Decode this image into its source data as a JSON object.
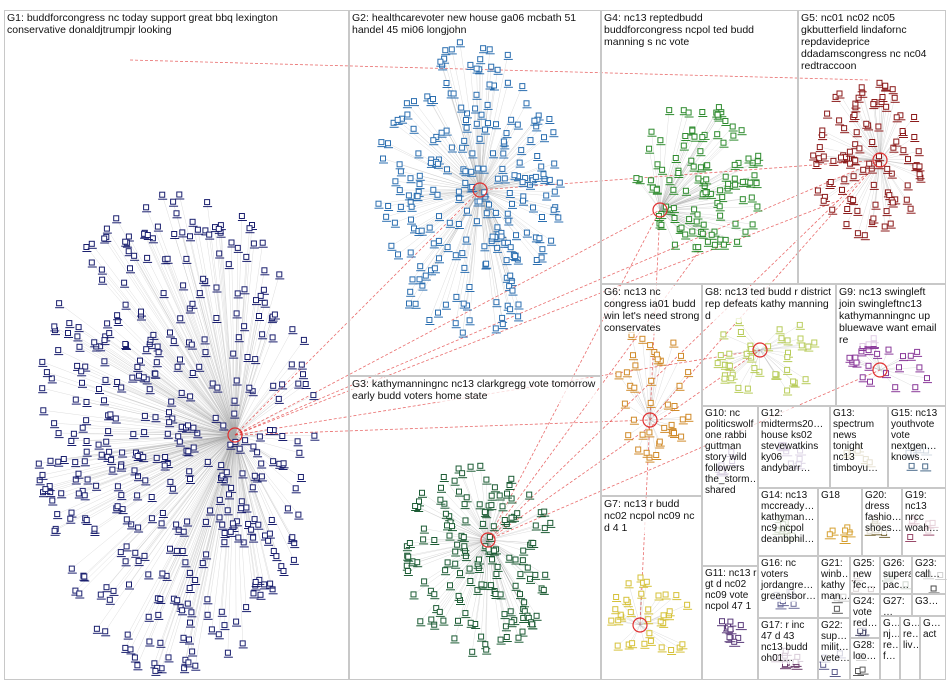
{
  "graph": {
    "colors": {
      "background": "#ffffff",
      "grid_line": "#c8c8c8",
      "cross_edge": "#e03030",
      "intra_edge": "#a8a8a8"
    },
    "groups": [
      {
        "id": "G1",
        "label": "G1: buddforcongress nc today support great bbq lexington conservative donaldjtrumpjr looking",
        "color": "#1a1f6e"
      },
      {
        "id": "G2",
        "label": "G2: healthcarevoter new house ga06 mcbath 51 handel 45 mi06 longjohn",
        "color": "#2c6fb0"
      },
      {
        "id": "G3",
        "label": "G3: kathymanningnc nc13 clarkgregg vote tomorrow early budd voters home state",
        "color": "#1d5c35"
      },
      {
        "id": "G4",
        "label": "G4: nc13 reptedbudd buddforcongress ncpol ted budd manning s nc vote",
        "color": "#2e8b2e"
      },
      {
        "id": "G5",
        "label": "G5: nc01 nc02 nc05 gkbutterfield lindafornc repdavideprice ddadamscongress nc nc04 redtraccoon",
        "color": "#8b1a1a"
      },
      {
        "id": "G6",
        "label": "G6: nc13 nc congress ia01 budd win let's need strong conservates",
        "color": "#d08a2a"
      },
      {
        "id": "G7",
        "label": "G7: nc13 r budd nc02 ncpol nc09 nc d 4 1",
        "color": "#d6c23a"
      },
      {
        "id": "G8",
        "label": "G8: nc13 ted budd r district rep defeats kathy manning d",
        "color": "#b8cc5a"
      },
      {
        "id": "G9",
        "label": "G9: nc13 swingleft join swingleftnc13 kathymanningnc up bluewave want email re",
        "color": "#8a3a9a"
      },
      {
        "id": "G10",
        "label": "G10: nc politicswolf one rabbi guttman story wild followers the_storm… shared",
        "color": "#6a4a8a"
      },
      {
        "id": "G11",
        "label": "G11: nc13 r gt d nc02 nc09 vote ncpol 47 1",
        "color": "#5a3a7a"
      },
      {
        "id": "G12",
        "label": "G12: midterms20… house ks02 stevewatkins ky06 andybarr…",
        "color": "#7a5a9a"
      },
      {
        "id": "G13",
        "label": "G13: spectrum news tonight nc13 timboyu…",
        "color": "#9a8a4a"
      },
      {
        "id": "G14",
        "label": "G14: nc13 mccready… kathyman… nc9 ncpol deanbphil…",
        "color": "#5a7a3a"
      },
      {
        "id": "G15",
        "label": "G15: nc13 youthvote vote nextgen… knows…",
        "color": "#4a6a8a"
      },
      {
        "id": "G16",
        "label": "G16: nc voters jordangre… greensbor…",
        "color": "#6a6a9a"
      },
      {
        "id": "G17",
        "label": "G17: r inc 47 d 43 nc13 budd oh01…",
        "color": "#6a3a6a"
      },
      {
        "id": "G18",
        "label": "G18",
        "color": "#d6a030"
      },
      {
        "id": "G19",
        "label": "G19: nc13 nrcc woah…",
        "color": "#9a4a6a"
      },
      {
        "id": "G20",
        "label": "G20: dress fashio… shoes…",
        "color": "#7a6a3a"
      },
      {
        "id": "G21",
        "label": "G21: winb… kathy man…",
        "color": "#5a5a5a"
      },
      {
        "id": "G22",
        "label": "G22: sup… milit… vete…",
        "color": "#5a5a8a"
      },
      {
        "id": "G23",
        "label": "G23: call…",
        "color": "#4a4a4a"
      },
      {
        "id": "G24",
        "label": "G24: vote red…",
        "color": "#4a4a6a"
      },
      {
        "id": "G25",
        "label": "G25: new fec… pac…",
        "color": "#6a4a4a"
      },
      {
        "id": "G26",
        "label": "G26: superap pac…",
        "color": "#4a6a4a"
      },
      {
        "id": "G27",
        "label": "G27: …",
        "color": "#5a5a5a"
      },
      {
        "id": "G28",
        "label": "G28: loo…",
        "color": "#5a5a5a"
      },
      {
        "id": "G3x",
        "label": "G3…",
        "color": "#5a5a5a"
      },
      {
        "id": "G29",
        "label": "G… nj… re… f…",
        "color": "#5a5a5a"
      },
      {
        "id": "G30",
        "label": "G… re… liv…",
        "color": "#5a5a5a"
      },
      {
        "id": "G31",
        "label": "G… act",
        "color": "#5a5a5a"
      }
    ]
  }
}
